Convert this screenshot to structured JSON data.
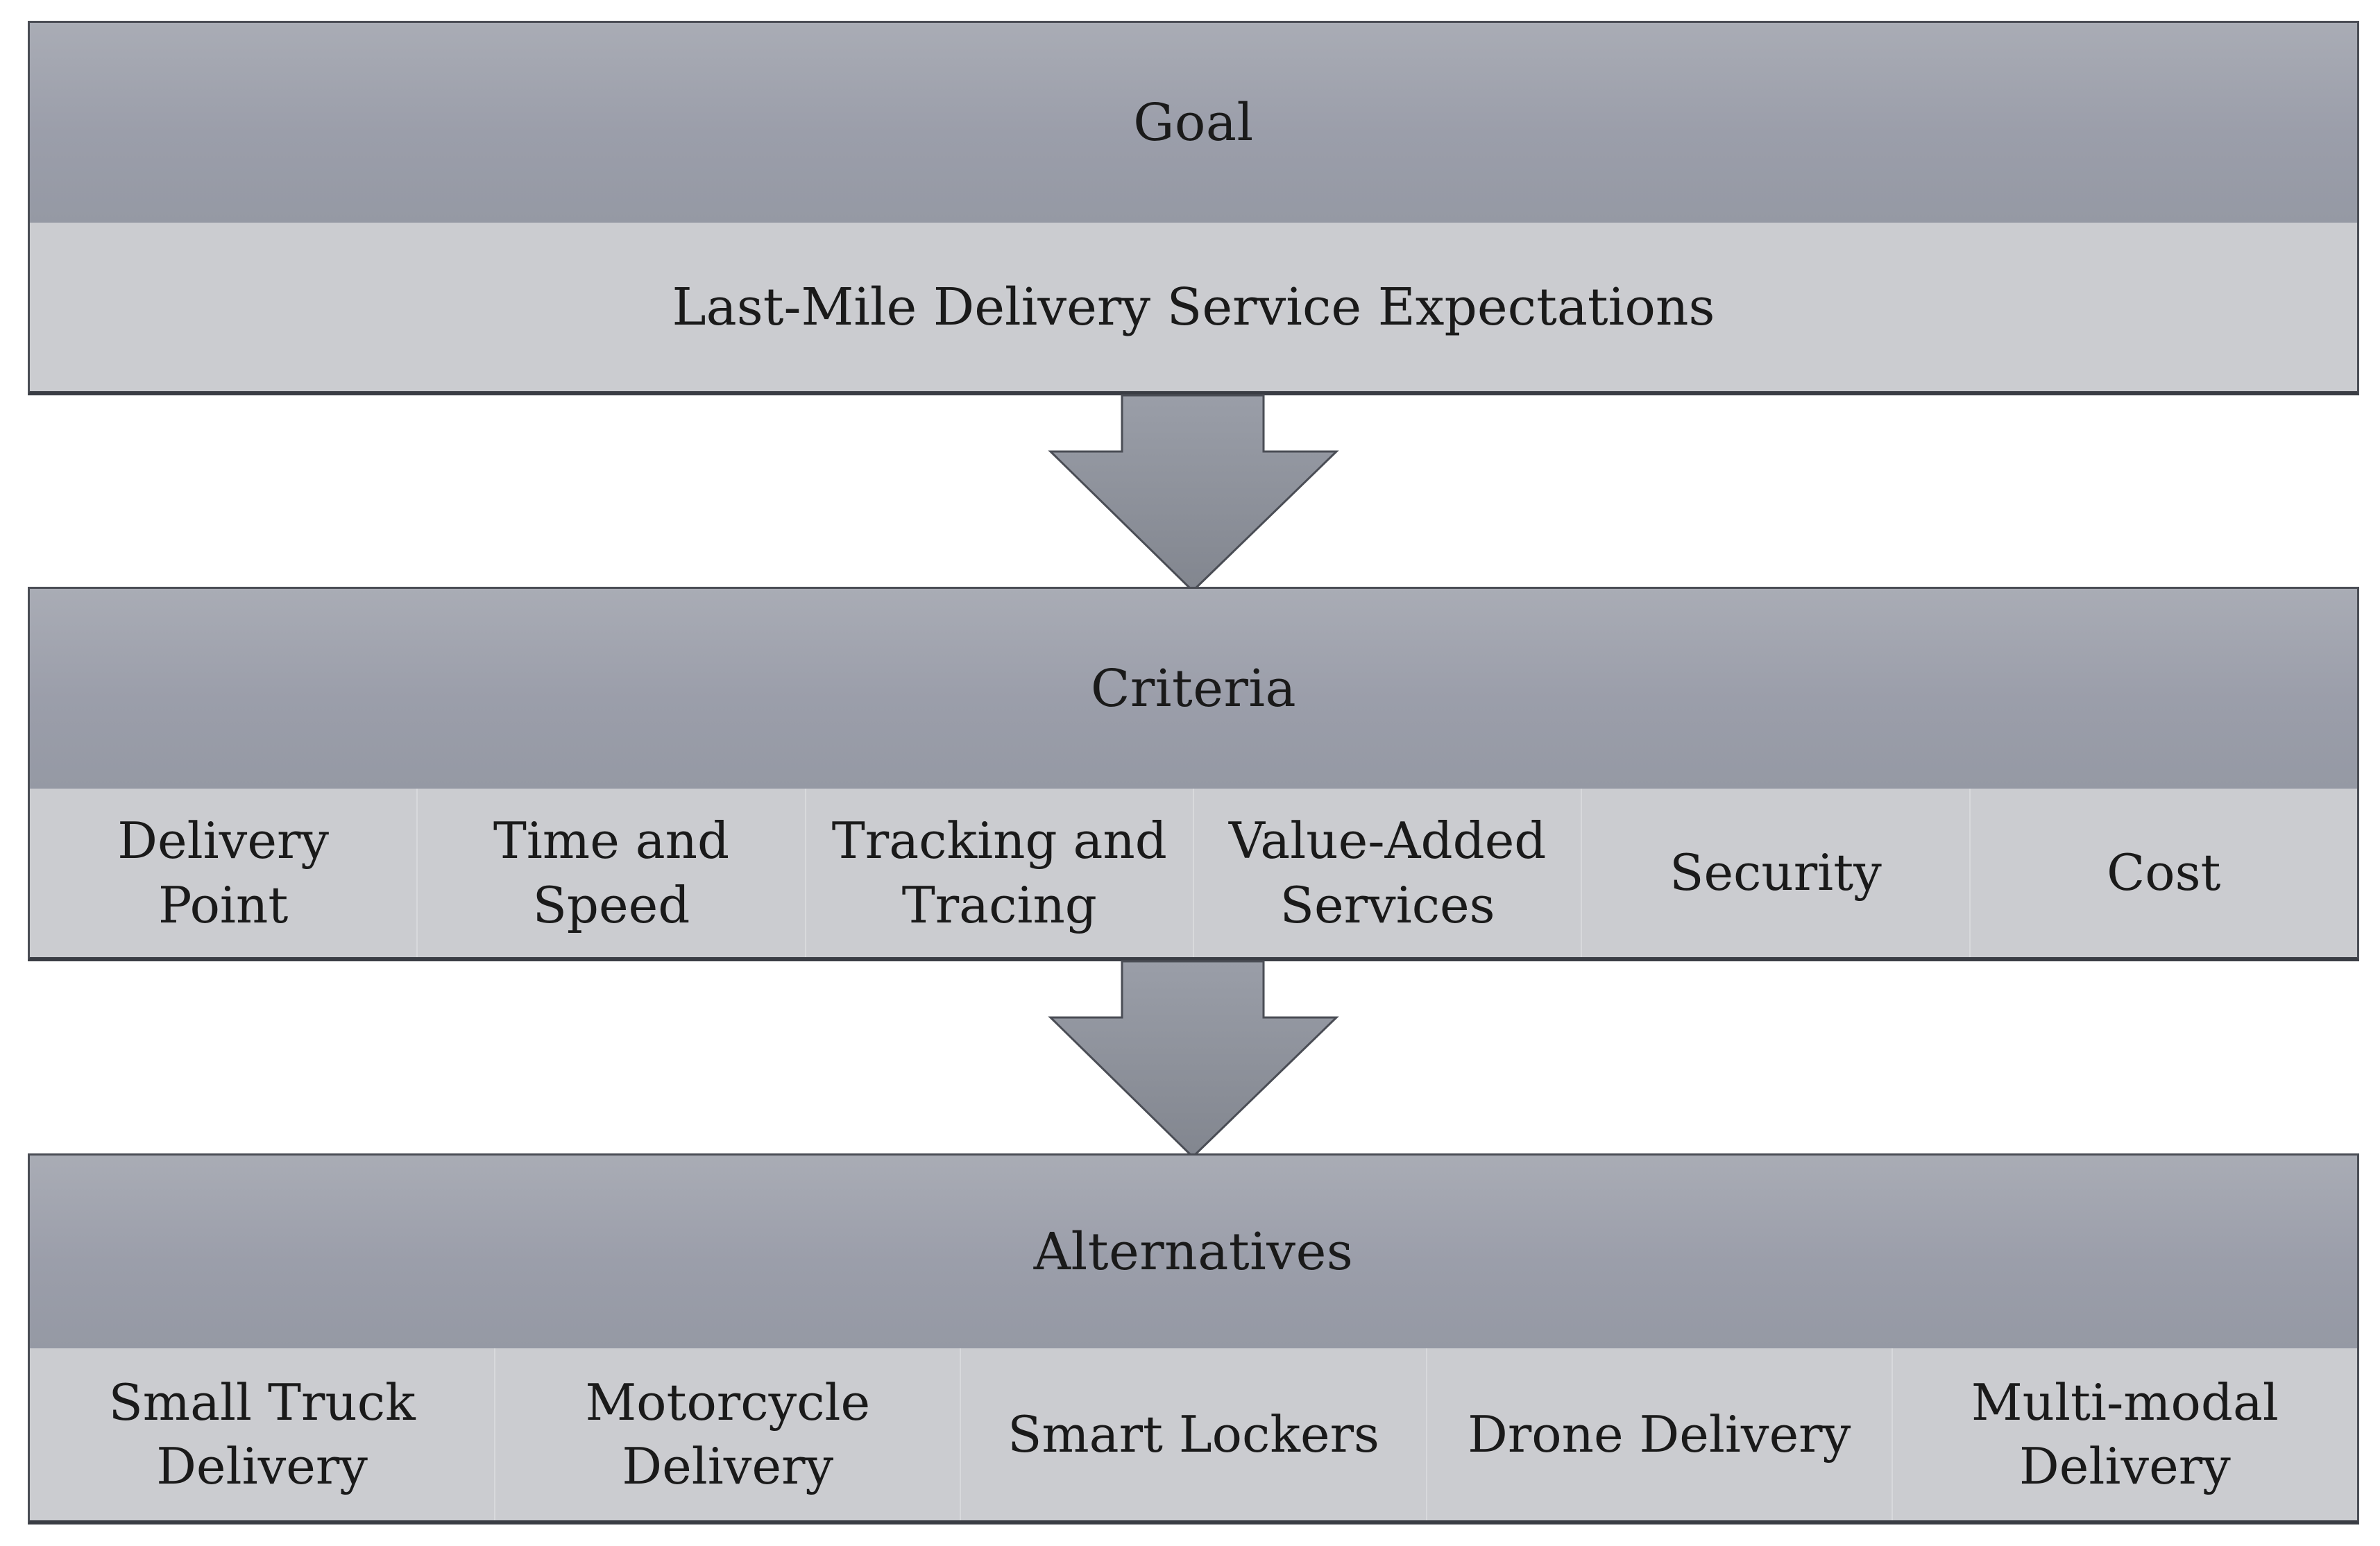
{
  "goal": {
    "header": "Goal",
    "description": "Last-Mile Delivery Service Expectations"
  },
  "criteria": {
    "header": "Criteria",
    "items": [
      {
        "line1": "Delivery",
        "line2": "Point"
      },
      {
        "line1": "Time and",
        "line2": "Speed"
      },
      {
        "line1": "Tracking and",
        "line2": "Tracing"
      },
      {
        "line1": "Value-Added",
        "line2": "Services"
      },
      {
        "line1": "Security",
        "line2": ""
      },
      {
        "line1": "Cost",
        "line2": ""
      }
    ]
  },
  "alternatives": {
    "header": "Alternatives",
    "items": [
      {
        "line1": "Small Truck",
        "line2": "Delivery"
      },
      {
        "line1": "Motorcycle",
        "line2": "Delivery"
      },
      {
        "line1": "Smart Lockers",
        "line2": ""
      },
      {
        "line1": "Drone Delivery",
        "line2": ""
      },
      {
        "line1": "Multi-modal",
        "line2": "Delivery"
      }
    ]
  },
  "colors": {
    "header_fill": "#9b9eaa",
    "body_fill": "#cbccd0",
    "arrow_fill": "#8d919c",
    "border": "#4a4d55"
  },
  "icons": [
    "down-arrow-icon",
    "down-arrow-icon"
  ]
}
